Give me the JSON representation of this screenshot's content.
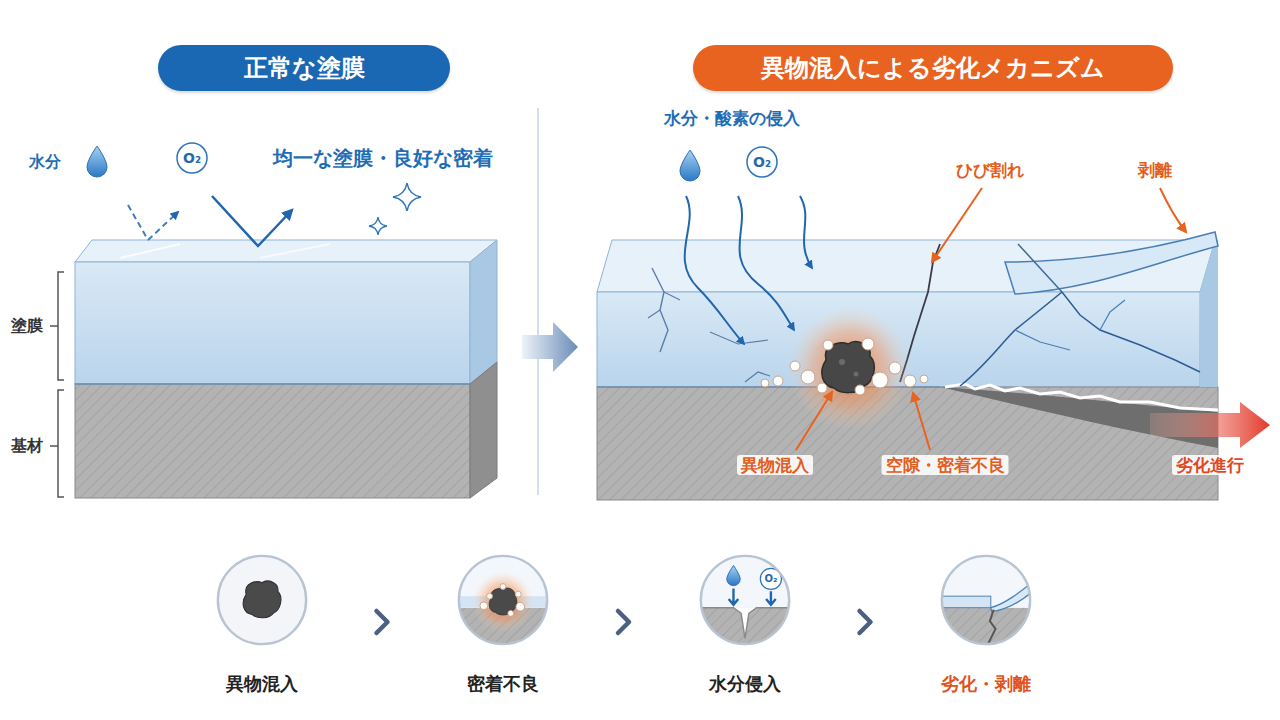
{
  "diagram": {
    "nodes": [
      {
        "text": [
          "正常な塗膜"
        ]
      },
      {
        "text": [
          "異物混入による劣化メカニズム"
        ]
      },
      {
        "text": [
          "異物混入"
        ]
      },
      {
        "text": [
          "密着不良"
        ]
      },
      {
        "text": [
          "水分侵入"
        ]
      },
      {
        "text": [
          "劣化・剥離"
        ]
      }
    ],
    "edges": [
      {
        "from": 2,
        "to": 3,
        "arrow": "to"
      },
      {
        "from": 3,
        "to": 4,
        "arrow": "to"
      },
      {
        "from": 4,
        "to": 5,
        "arrow": "to"
      }
    ],
    "labels": [
      "水分",
      "O₂",
      "均一な塗膜・良好な密着",
      "塗膜",
      "基材",
      "水分・酸素の侵入",
      "O₂",
      "ひび割れ",
      "剥離",
      "異物混入",
      "空隙・密着不良",
      "劣化進行",
      "O₂"
    ]
  }
}
